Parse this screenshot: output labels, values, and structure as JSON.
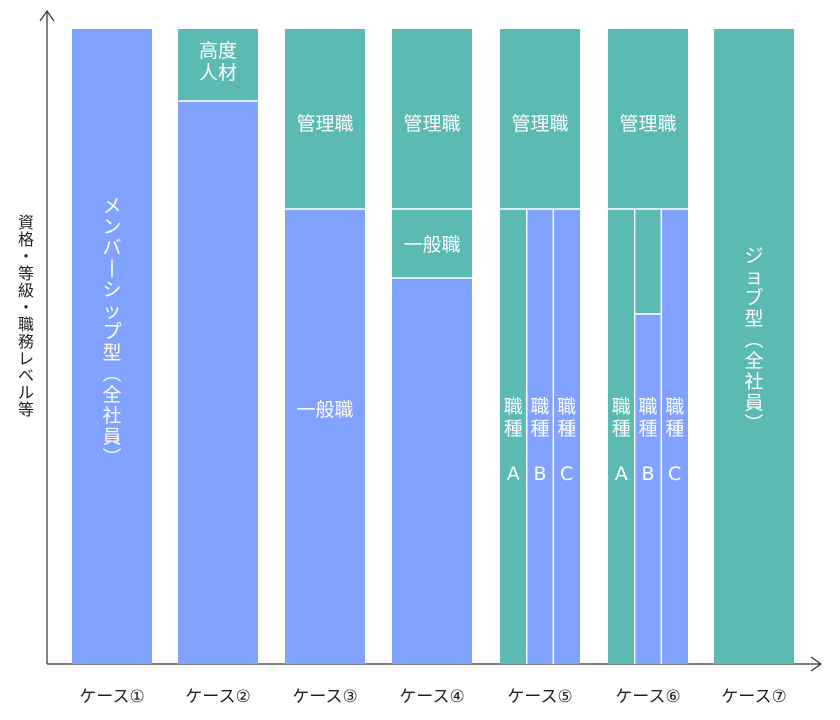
{
  "y_axis_label": "資格・等級・職務レベル等",
  "colors": {
    "member": "#82a2ff",
    "job": "#5bbab1",
    "divider": "#ffffff",
    "axis": "#333333"
  },
  "labels": {
    "member_type": "メンバーシップ型（全社員）",
    "job_type": "ジョブ型（全社員）",
    "advanced": "高度人材",
    "manager": "管理職",
    "general": "一般職",
    "job_category": "職種",
    "A": "A",
    "B": "B",
    "C": "C"
  },
  "cases": [
    "ケース①",
    "ケース②",
    "ケース③",
    "ケース④",
    "ケース⑤",
    "ケース⑥",
    "ケース⑦"
  ]
}
